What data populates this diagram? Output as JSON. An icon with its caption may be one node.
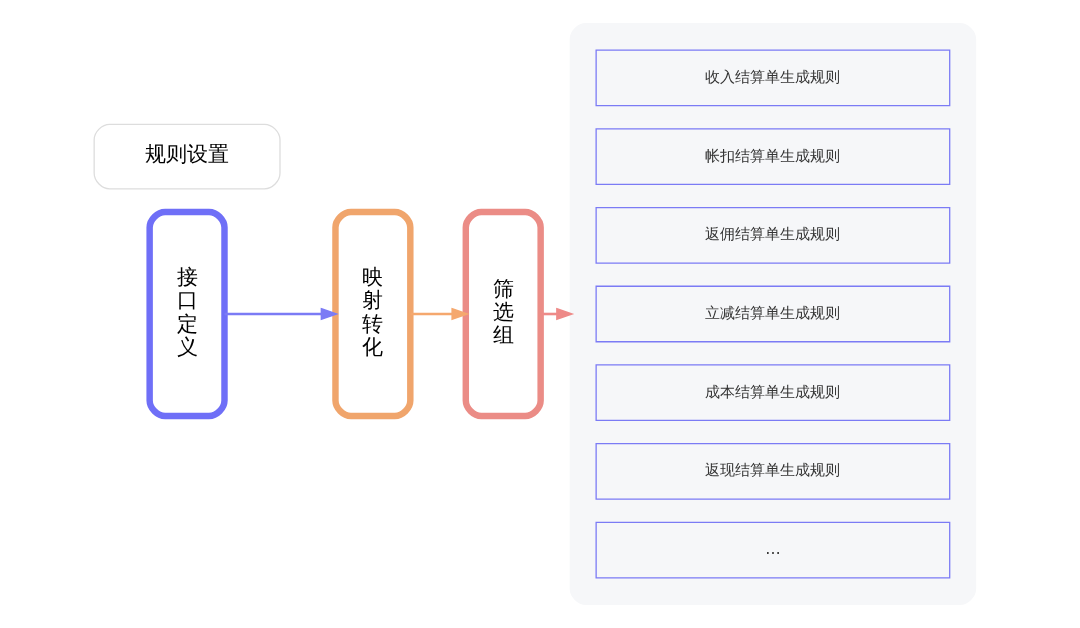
{
  "diagram": {
    "nodes": [
      {
        "text": [
          "规则设置"
        ]
      },
      {
        "text": [
          "接口定义"
        ]
      },
      {
        "text": [
          "映射转化"
        ]
      },
      {
        "text": [
          "筛选组"
        ]
      },
      {
        "text": [],
        "shape": "box"
      },
      {
        "text": [
          "收入结算单生成规则"
        ],
        "in": 4
      },
      {
        "text": [
          "帐扣结算单生成规则"
        ],
        "in": 4
      },
      {
        "text": [
          "返佣结算单生成规则"
        ],
        "in": 4
      },
      {
        "text": [
          "立减结算单生成规则"
        ],
        "in": 4
      },
      {
        "text": [
          "成本结算单生成规则"
        ],
        "in": 4
      },
      {
        "text": [
          "返现结算单生成规则"
        ],
        "in": 4
      },
      {
        "text": [
          "…"
        ],
        "in": 4
      }
    ],
    "edges": [
      {
        "from": 1,
        "to": 2,
        "arrow": "to",
        "color": "#7b7bf5"
      },
      {
        "from": 2,
        "to": 3,
        "arrow": "to",
        "color": "#f5a86e"
      },
      {
        "from": 3,
        "to": 4,
        "arrow": "to",
        "color": "#ee8a88"
      }
    ]
  }
}
